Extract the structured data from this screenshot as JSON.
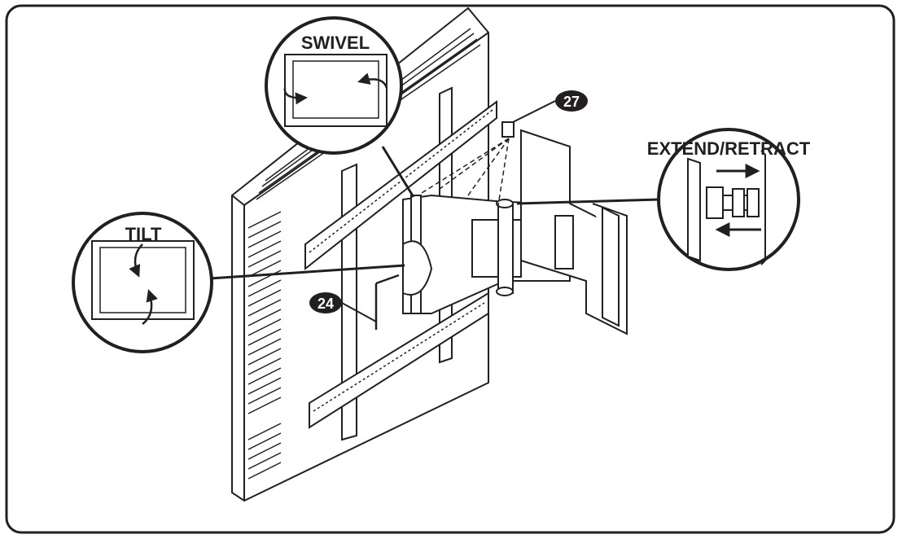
{
  "callouts": {
    "swivel": "SWIVEL",
    "tilt": "TILT",
    "extend_retract": "EXTEND/RETRACT"
  },
  "part_numbers": {
    "allen_key": "24",
    "screw": "27"
  },
  "colors": {
    "ink": "#231f20",
    "fill": "#ffffff",
    "shade": "#d9d9d9"
  }
}
